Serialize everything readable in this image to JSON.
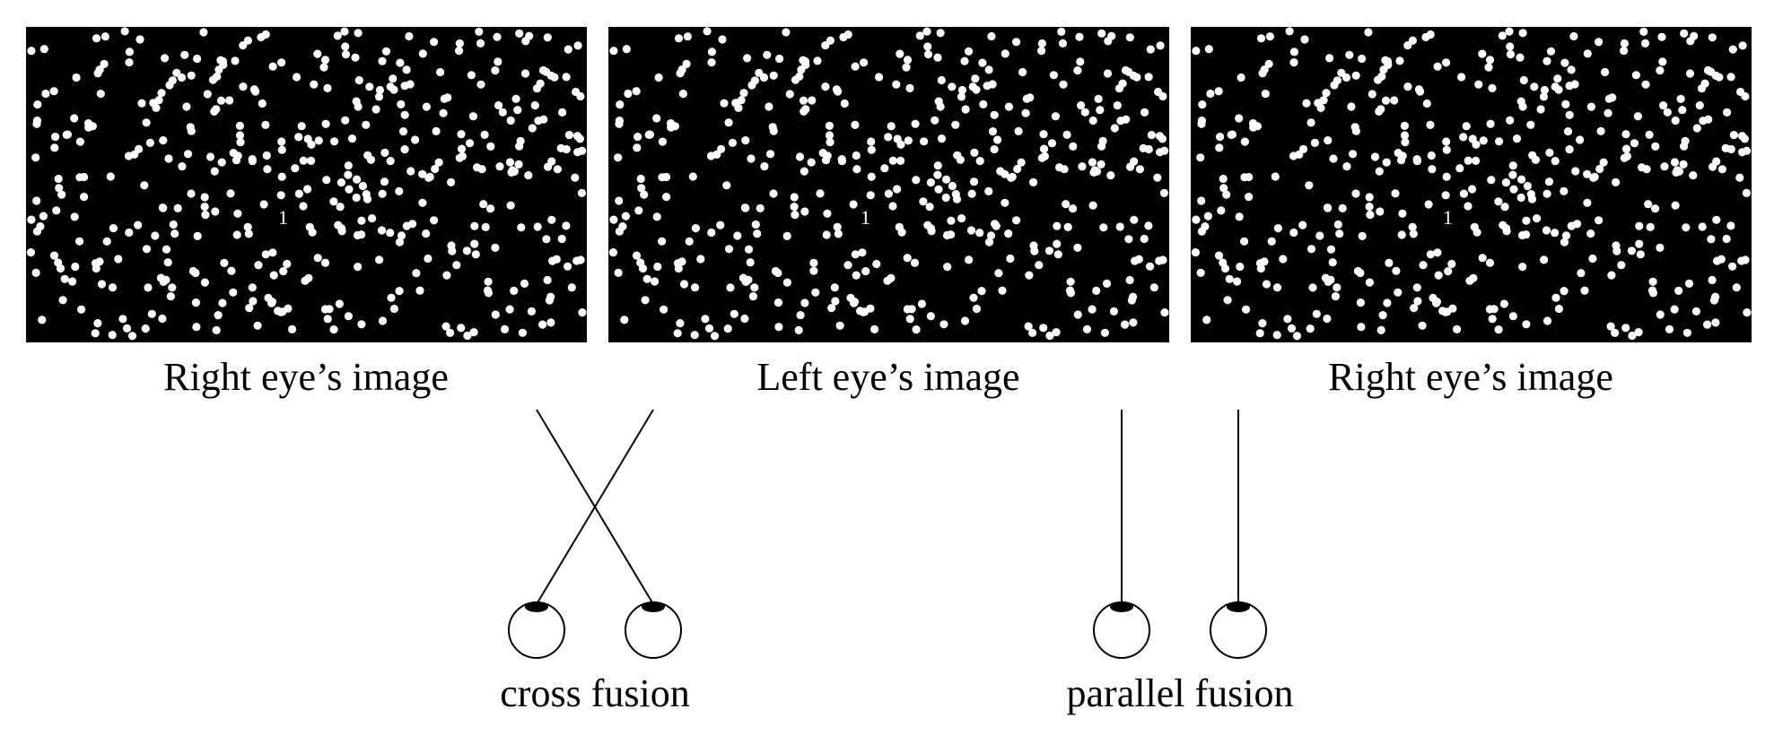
{
  "panels": [
    {
      "label": "Right eye’s image"
    },
    {
      "label": "Left eye’s image"
    },
    {
      "label": "Right eye’s image"
    }
  ],
  "fusion": {
    "cross_label": "cross fusion",
    "parallel_label": "parallel fusion"
  },
  "colors": {
    "panel_background": "#000000",
    "dot": "#ffffff",
    "line": "#000000",
    "eye_outline": "#000000",
    "pupil": "#000000"
  }
}
